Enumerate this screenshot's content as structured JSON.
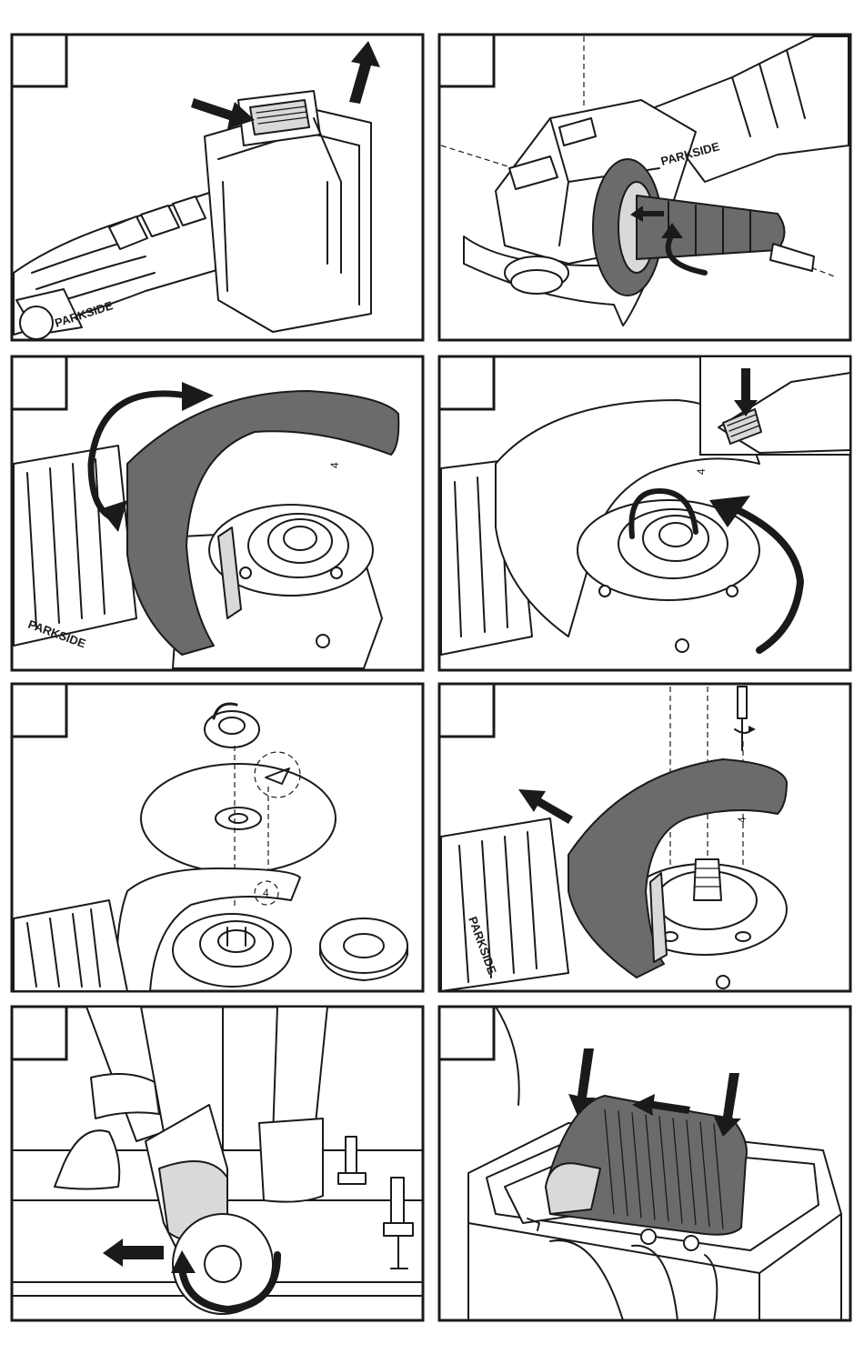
{
  "page": {
    "background": "#ffffff",
    "line_color": "#1a1a1a",
    "shade_color": "#6b6b6b"
  },
  "brand_text": "PARKSIDE",
  "panels": [
    {
      "id": "battery-removal",
      "brand": "PARKSIDE",
      "icons": [
        "push-arrow-icon",
        "lift-arrow-icon"
      ]
    },
    {
      "id": "side-handle-mounting",
      "brand": "PARKSIDE",
      "icons": [
        "insert-arrow-icon",
        "rotate-arrow-icon"
      ]
    },
    {
      "id": "guard-rotation",
      "brand": "PARKSIDE",
      "marking": "4",
      "icons": [
        "double-curved-arrow-icon"
      ]
    },
    {
      "id": "guard-release",
      "marking": "4",
      "icons": [
        "press-arrow-icon",
        "curved-arrow-icon"
      ]
    },
    {
      "id": "disc-mounting",
      "marking": "4",
      "icons": [
        "arrow-symbol-icon"
      ]
    },
    {
      "id": "guard-screws",
      "brand": "PARKSIDE",
      "marking": "4",
      "icons": [
        "slide-arrow-icon",
        "screwdriver-icon"
      ]
    },
    {
      "id": "cutting-operation",
      "icons": [
        "direction-arrow-icon",
        "rotation-arrow-icon"
      ]
    },
    {
      "id": "switch-operation",
      "icons": [
        "press-arrow-icon",
        "slide-arrow-icon",
        "press-arrow-icon"
      ]
    }
  ]
}
